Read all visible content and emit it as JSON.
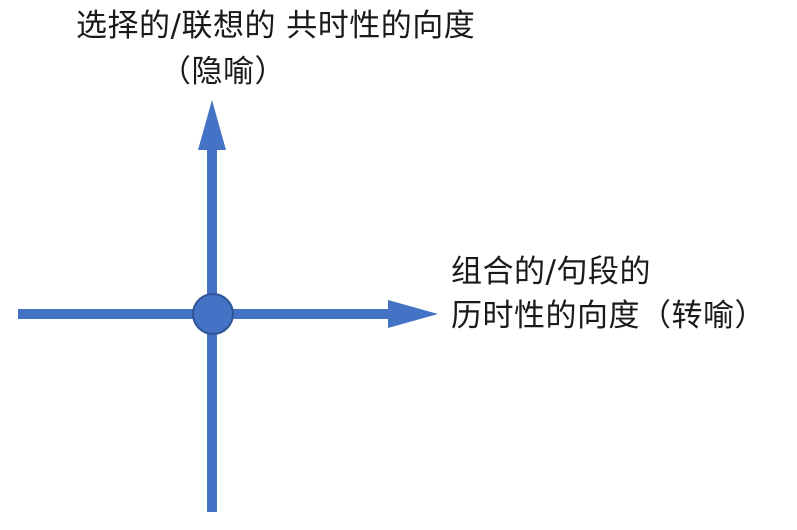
{
  "colors": {
    "axis": "#4472c4",
    "axis_stroke": "#2f5597",
    "text": "#1a1a1a",
    "background": "#ffffff"
  },
  "vertical_axis": {
    "label_line1": "选择的/联想的 共时性的向度",
    "label_line2": "（隐喻）"
  },
  "horizontal_axis": {
    "label_line1": "组合的/句段的",
    "label_line2": "历时性的向度（转喻）"
  }
}
